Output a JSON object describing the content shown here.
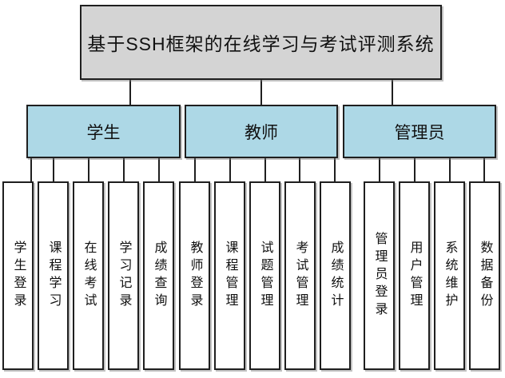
{
  "diagram": {
    "title": "基于SSH框架的在线学习与考试评测系统",
    "groups": [
      {
        "label": "学生",
        "children": [
          "学生登录",
          "课程学习",
          "在线考试",
          "学习记录",
          "成绩查询"
        ]
      },
      {
        "label": "教师",
        "children": [
          "教师登录",
          "课程管理",
          "试题管理",
          "考试管理",
          "成绩统计"
        ]
      },
      {
        "label": "管理员",
        "children": [
          "管理员登录",
          "用户管理",
          "系统维护",
          "数据备份"
        ]
      }
    ],
    "colors": {
      "page_bg": "#ffffff",
      "root_fill": "#d4d4d4",
      "group_fill": "#add8e6",
      "leaf_fill": "#ffffff",
      "border": "#1f1f1f",
      "line": "#1f1f1f",
      "text": "#111111"
    }
  }
}
